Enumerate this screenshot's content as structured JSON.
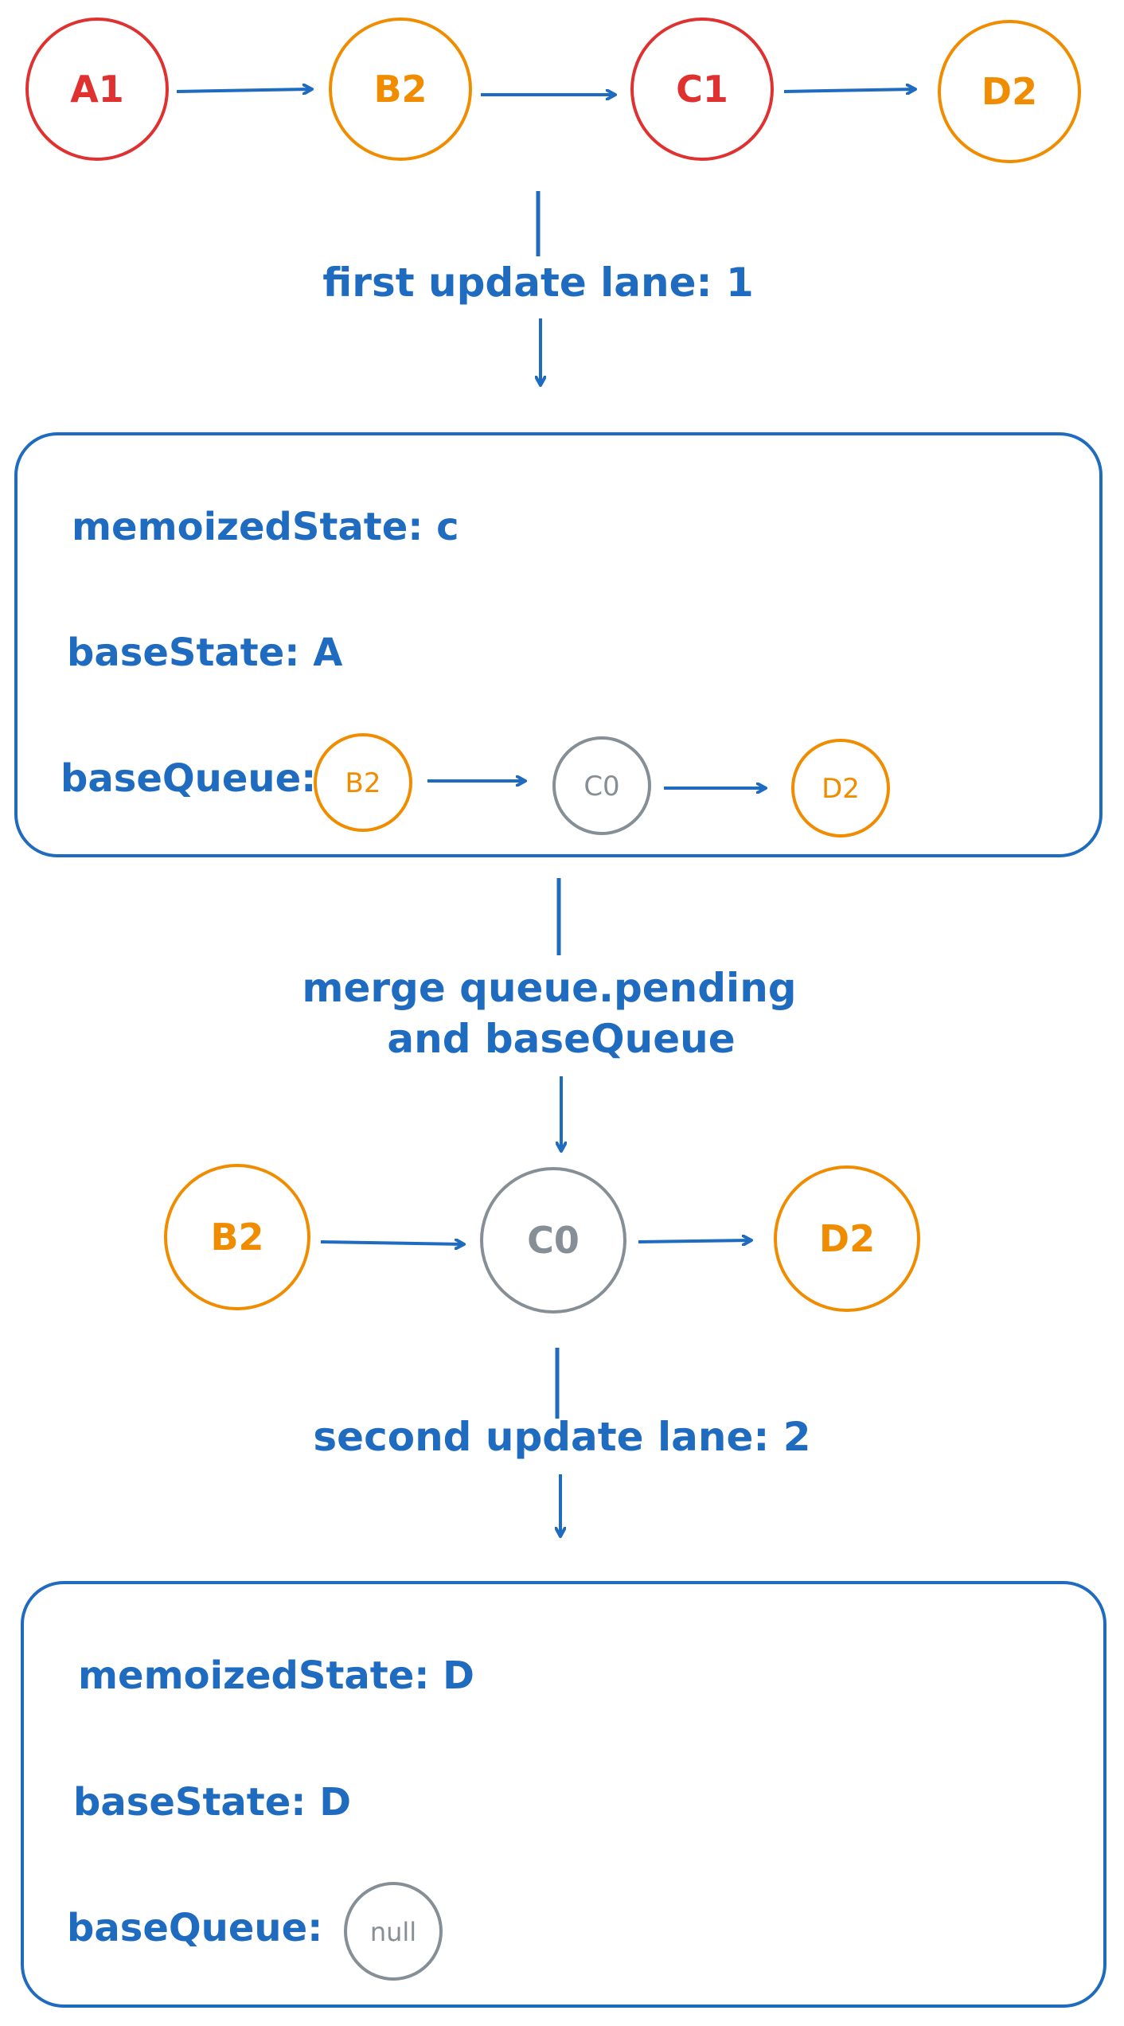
{
  "colors": {
    "blue": "#1f6bc0",
    "red": "#e03131",
    "orange": "#f08c00",
    "gray": "#868e96"
  },
  "top_queue": {
    "nodes": [
      {
        "label": "A1",
        "color": "red"
      },
      {
        "label": "B2",
        "color": "orange"
      },
      {
        "label": "C1",
        "color": "red"
      },
      {
        "label": "D2",
        "color": "orange"
      }
    ]
  },
  "step1": {
    "label": "first update lane: 1"
  },
  "box1": {
    "memoized_state": "memoizedState: c",
    "base_state": "baseState: A",
    "base_queue_label": "baseQueue:",
    "queue_nodes": [
      {
        "label": "B2",
        "color": "orange"
      },
      {
        "label": "C0",
        "color": "gray"
      },
      {
        "label": "D2",
        "color": "orange"
      }
    ]
  },
  "step2": {
    "label_line1": "merge queue.pending",
    "label_line2": "and baseQueue"
  },
  "merged_queue": {
    "nodes": [
      {
        "label": "B2",
        "color": "orange"
      },
      {
        "label": "C0",
        "color": "gray"
      },
      {
        "label": "D2",
        "color": "orange"
      }
    ]
  },
  "step3": {
    "label": "second update lane: 2"
  },
  "box2": {
    "memoized_state": "memoizedState: D",
    "base_state": "baseState: D",
    "base_queue_label": "baseQueue:",
    "null_node": {
      "label": "null",
      "color": "gray"
    }
  }
}
